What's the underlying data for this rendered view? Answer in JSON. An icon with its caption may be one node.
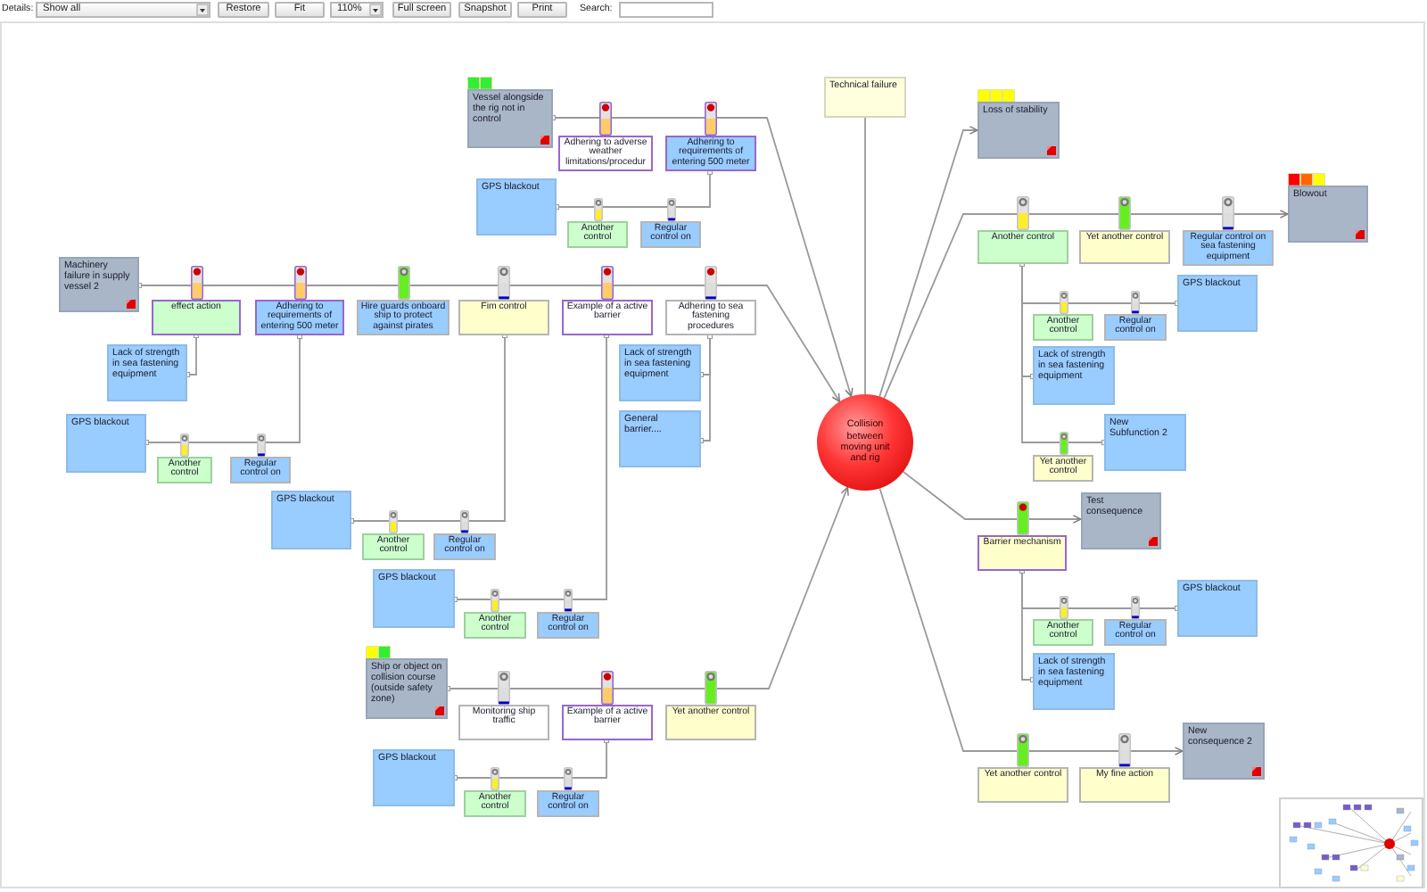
{
  "diagram": {
    "nodes": [
      {
        "text": [
          "Vessel alongside the rig not in control"
        ]
      },
      {
        "text": [
          "Adhering to adverse weather limitations/procedur"
        ]
      },
      {
        "text": [
          "Adhering to requirements of entering 500 meter"
        ]
      },
      {
        "text": [
          "GPS blackout"
        ]
      },
      {
        "text": [
          "Another control"
        ]
      },
      {
        "text": [
          "Regular control on"
        ]
      },
      {
        "text": [
          "Technical failure"
        ]
      },
      {
        "text": [
          "Loss of stability"
        ]
      },
      {
        "text": [
          "Another control"
        ]
      },
      {
        "text": [
          "Yet another control"
        ]
      },
      {
        "text": [
          "Regular control on sea fastening equipment"
        ]
      },
      {
        "text": [
          "Blowout"
        ]
      },
      {
        "text": [
          "Machinery failure in supply vessel 2"
        ]
      },
      {
        "text": [
          "effect action"
        ]
      },
      {
        "text": [
          "Adhering to requirements of entering 500 meter"
        ]
      },
      {
        "text": [
          "Hire guards onboard ship to protect against pirates"
        ]
      },
      {
        "text": [
          "Fim control"
        ]
      },
      {
        "text": [
          "Example of a active barrier"
        ]
      },
      {
        "text": [
          "Adhering to sea fastening procedures"
        ]
      },
      {
        "text": [
          "Lack of strength in sea fastening equipment"
        ]
      },
      {
        "text": [
          "Lack of strength in sea fastening equipment"
        ]
      },
      {
        "text": [
          "GPS blackout"
        ]
      },
      {
        "text": [
          "Another control"
        ]
      },
      {
        "text": [
          "Regular control on"
        ]
      },
      {
        "text": [
          "Lack of strength in sea fastening equipment"
        ]
      },
      {
        "text": [
          "GPS blackout"
        ]
      },
      {
        "text": [
          "Another control"
        ]
      },
      {
        "text": [
          "Regular control on"
        ]
      },
      {
        "text": [
          "General barrier...."
        ]
      },
      {
        "text": [
          "New Subfunction 2"
        ]
      },
      {
        "text": [
          "Yet another control"
        ]
      },
      {
        "text": [
          "Collision between moving unit and rig"
        ]
      },
      {
        "text": [
          "GPS blackout"
        ]
      },
      {
        "text": [
          "Another control"
        ]
      },
      {
        "text": [
          "Regular control on"
        ]
      },
      {
        "text": [
          "Test consequence"
        ]
      },
      {
        "text": [
          "Barrier mechanism"
        ]
      },
      {
        "text": [
          "GPS blackout"
        ]
      },
      {
        "text": [
          "Another control"
        ]
      },
      {
        "text": [
          "Regular control on"
        ]
      },
      {
        "text": [
          "GPS blackout"
        ]
      },
      {
        "text": [
          "Another control"
        ]
      },
      {
        "text": [
          "Regular control on"
        ]
      },
      {
        "text": [
          "Lack of strength in sea fastening equipment"
        ]
      },
      {
        "text": [
          "Ship or object on collision course (outside safety zone)"
        ]
      },
      {
        "text": [
          "Monitoring ship traffic"
        ]
      },
      {
        "text": [
          "Example of a active barrier"
        ]
      },
      {
        "text": [
          "Yet another control"
        ]
      },
      {
        "text": [
          "New consequence 2"
        ]
      },
      {
        "text": [
          "Yet another control"
        ]
      },
      {
        "text": [
          "My fine action"
        ]
      },
      {
        "text": [
          "GPS blackout"
        ]
      },
      {
        "text": [
          "Another control"
        ]
      },
      {
        "text": [
          "Regular control on"
        ]
      }
    ],
    "edges": [
      {
        "from": 0,
        "to": 31,
        "arrow": "to"
      },
      {
        "from": 2,
        "to": 3,
        "arrow": "other"
      },
      {
        "from": 6,
        "to": 31,
        "arrow": "none"
      },
      {
        "from": 31,
        "to": 7,
        "arrow": "to"
      },
      {
        "from": 31,
        "to": 11,
        "arrow": "to"
      },
      {
        "from": 12,
        "to": 31,
        "arrow": "to"
      },
      {
        "from": 13,
        "to": 19,
        "arrow": "other"
      },
      {
        "from": 14,
        "to": 25,
        "arrow": "other"
      },
      {
        "from": 16,
        "to": 32,
        "arrow": "other"
      },
      {
        "from": 17,
        "to": 37,
        "arrow": "other"
      },
      {
        "from": 18,
        "to": 20,
        "arrow": "other"
      },
      {
        "from": 18,
        "to": 28,
        "arrow": "other"
      },
      {
        "from": 8,
        "to": 21,
        "arrow": "other"
      },
      {
        "from": 8,
        "to": 24,
        "arrow": "other"
      },
      {
        "from": 8,
        "to": 29,
        "arrow": "other"
      },
      {
        "from": 31,
        "to": 35,
        "arrow": "to"
      },
      {
        "from": 36,
        "to": 40,
        "arrow": "other"
      },
      {
        "from": 36,
        "to": 43,
        "arrow": "other"
      },
      {
        "from": 44,
        "to": 31,
        "arrow": "to"
      },
      {
        "from": 46,
        "to": 51,
        "arrow": "other"
      },
      {
        "from": 31,
        "to": 48,
        "arrow": "to"
      }
    ],
    "labels": [
      "Details:",
      "Show all",
      "Restore",
      "Fit",
      "110%",
      "Full screen",
      "Snapshot",
      "Print",
      "Search:"
    ]
  }
}
